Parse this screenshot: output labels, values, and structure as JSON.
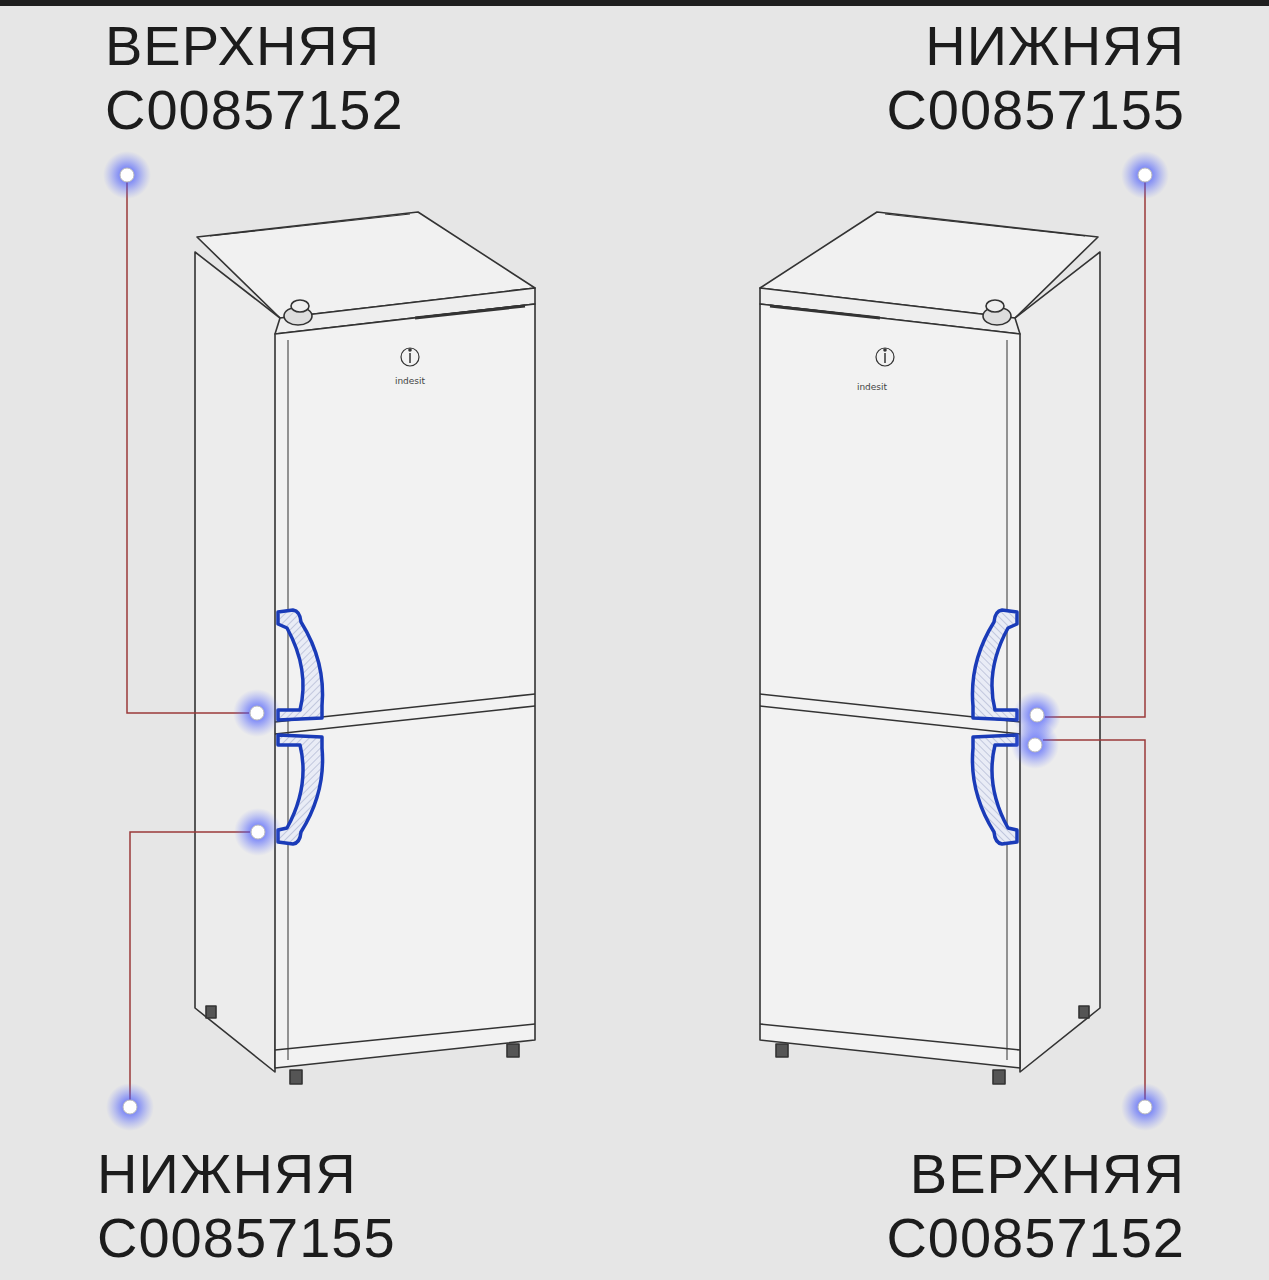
{
  "diagram": {
    "labels": [
      "ВЕРХНЯЯ",
      "C00857152",
      "НИЖНЯЯ",
      "C00857155",
      "indesit",
      "indesit",
      "НИЖНЯЯ",
      "C00857155",
      "ВЕРХНЯЯ",
      "C00857152"
    ]
  }
}
